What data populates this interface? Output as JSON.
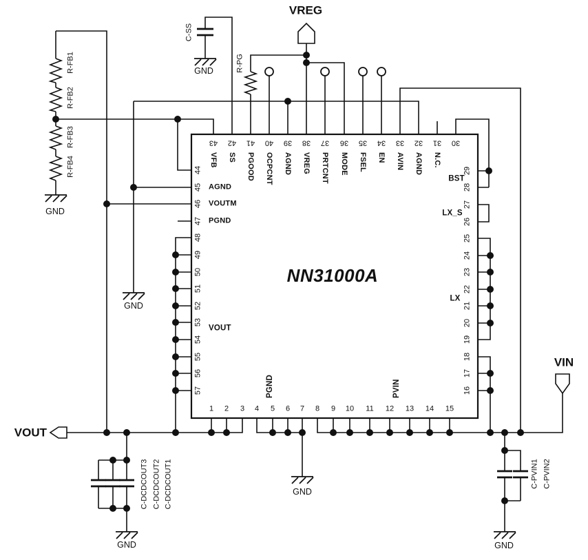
{
  "title": "NN31000A",
  "terminals": {
    "vreg": "VREG",
    "vin": "VIN",
    "vout": "VOUT"
  },
  "gnd": "GND",
  "pins": {
    "top": [
      {
        "num": "43",
        "label": "VFB"
      },
      {
        "num": "42",
        "label": "SS"
      },
      {
        "num": "41",
        "label": "PGOOD"
      },
      {
        "num": "40",
        "label": "OCPCNT"
      },
      {
        "num": "39",
        "label": "AGND"
      },
      {
        "num": "38",
        "label": "VREG"
      },
      {
        "num": "37",
        "label": "PRTCNT"
      },
      {
        "num": "36",
        "label": "MODE"
      },
      {
        "num": "35",
        "label": "FSEL"
      },
      {
        "num": "34",
        "label": "EN"
      },
      {
        "num": "33",
        "label": "AVIN"
      },
      {
        "num": "32",
        "label": "AGND"
      },
      {
        "num": "31",
        "label": "N.C."
      },
      {
        "num": "30",
        "label": ""
      }
    ],
    "left": [
      {
        "num": "44",
        "label": ""
      },
      {
        "num": "45",
        "label": "AGND"
      },
      {
        "num": "46",
        "label": "VOUTM"
      },
      {
        "num": "47",
        "label": "PGND"
      },
      {
        "num": "48",
        "label": ""
      },
      {
        "num": "49",
        "label": ""
      },
      {
        "num": "50",
        "label": ""
      },
      {
        "num": "51",
        "label": ""
      },
      {
        "num": "52",
        "label": ""
      },
      {
        "num": "53",
        "label": ""
      },
      {
        "num": "54",
        "label": ""
      },
      {
        "num": "55",
        "label": ""
      },
      {
        "num": "56",
        "label": ""
      },
      {
        "num": "57",
        "label": ""
      }
    ],
    "left_group_label": "VOUT",
    "right": [
      {
        "num": "29"
      },
      {
        "num": "28"
      },
      {
        "num": "27"
      },
      {
        "num": "26"
      },
      {
        "num": "25"
      },
      {
        "num": "24"
      },
      {
        "num": "23"
      },
      {
        "num": "22"
      },
      {
        "num": "21"
      },
      {
        "num": "20"
      },
      {
        "num": "19"
      },
      {
        "num": "18"
      },
      {
        "num": "17"
      },
      {
        "num": "16"
      }
    ],
    "right_group_labels": [
      {
        "text": "BST"
      },
      {
        "text": "LX_S"
      },
      {
        "text": "LX"
      }
    ],
    "bottom": [
      {
        "num": "1"
      },
      {
        "num": "2"
      },
      {
        "num": "3"
      },
      {
        "num": "4"
      },
      {
        "num": "5"
      },
      {
        "num": "6"
      },
      {
        "num": "7"
      },
      {
        "num": "8"
      },
      {
        "num": "9"
      },
      {
        "num": "10"
      },
      {
        "num": "11"
      },
      {
        "num": "12"
      },
      {
        "num": "13"
      },
      {
        "num": "14"
      },
      {
        "num": "15"
      }
    ],
    "bottom_group_labels": [
      {
        "text": "PGND"
      },
      {
        "text": "PVIN"
      }
    ]
  },
  "components": {
    "feedback_resistors": [
      "R-FB1",
      "R-FB2",
      "R-FB3",
      "R-FB4"
    ],
    "soft_start_cap": "C-SS",
    "pgood_resistor": "R-PG",
    "output_caps": [
      "C-DCDCOUT3",
      "C-DCDCOUT2",
      "C-DCDCOUT1"
    ],
    "input_caps": [
      "C-PVIN1",
      "C-PVIN2"
    ]
  },
  "colors": {
    "ink": "#111111",
    "background": "#ffffff"
  }
}
